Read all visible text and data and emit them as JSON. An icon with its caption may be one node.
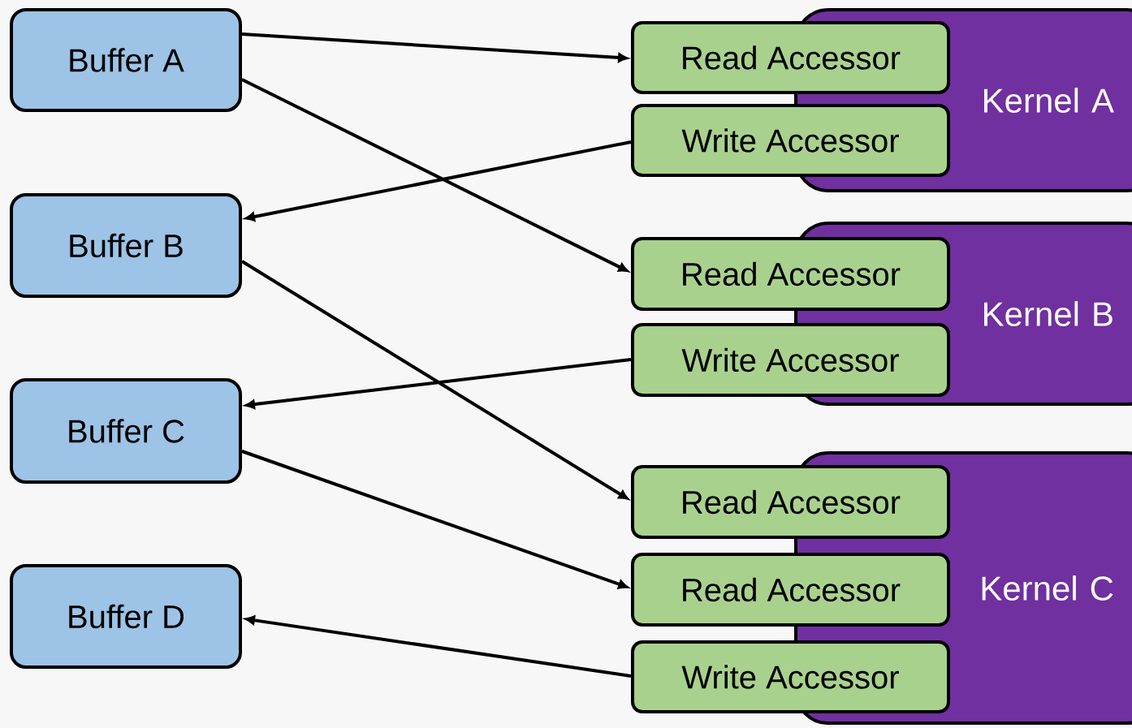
{
  "diagram": {
    "nodes": [
      {
        "text": [
          "Buffer A"
        ]
      },
      {
        "text": [
          "Buffer B"
        ]
      },
      {
        "text": [
          "Buffer C"
        ]
      },
      {
        "text": [
          "Buffer D"
        ]
      },
      {
        "text": [
          "Kernel A"
        ]
      },
      {
        "text": [
          "Read Accessor"
        ]
      },
      {
        "text": [
          "Write Accessor"
        ]
      },
      {
        "text": [
          "Kernel B"
        ]
      },
      {
        "text": [
          "Read Accessor"
        ]
      },
      {
        "text": [
          "Write Accessor"
        ]
      },
      {
        "text": [
          "Kernel C"
        ]
      },
      {
        "text": [
          "Read Accessor"
        ]
      },
      {
        "text": [
          "Read Accessor"
        ]
      },
      {
        "text": [
          "Write Accessor"
        ]
      }
    ],
    "edges": [
      {
        "from": 0,
        "to": 5,
        "arrow": "to"
      },
      {
        "from": 6,
        "to": 1,
        "arrow": "to"
      },
      {
        "from": 0,
        "to": 8,
        "arrow": "to"
      },
      {
        "from": 9,
        "to": 2,
        "arrow": "to"
      },
      {
        "from": 1,
        "to": 11,
        "arrow": "to"
      },
      {
        "from": 2,
        "to": 12,
        "arrow": "to"
      },
      {
        "from": 13,
        "to": 3,
        "arrow": "to"
      }
    ]
  }
}
